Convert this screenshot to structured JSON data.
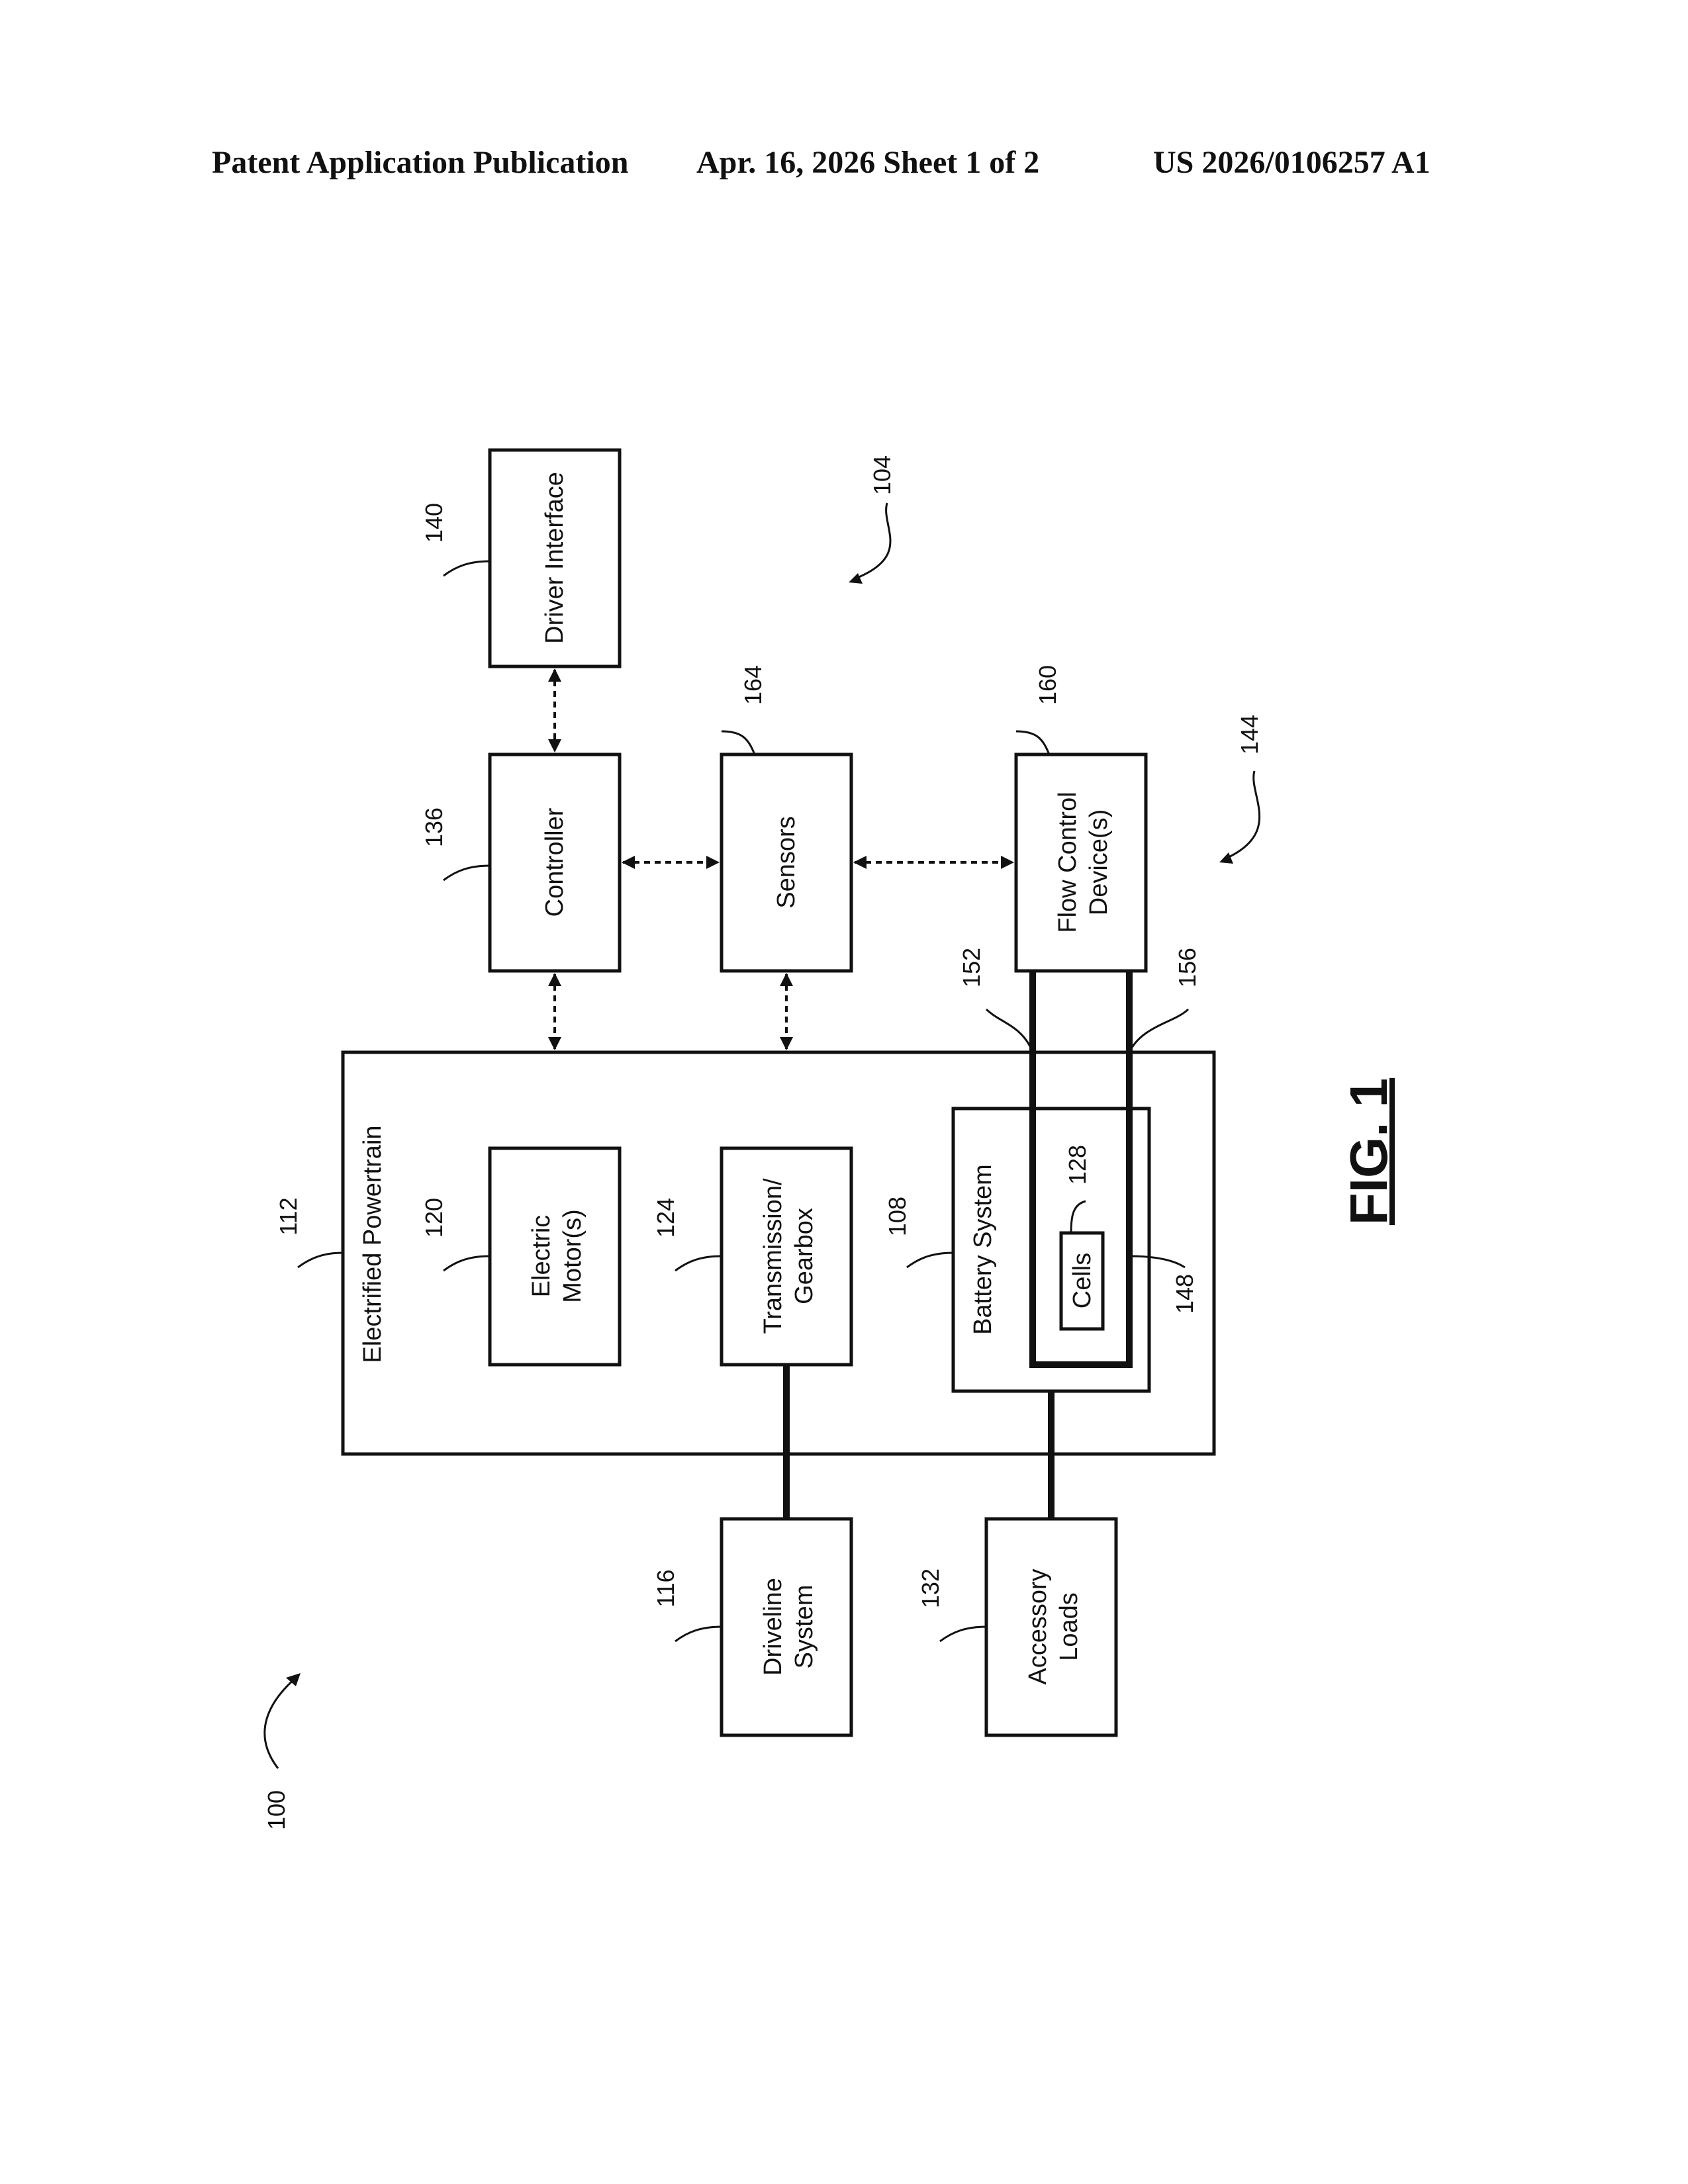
{
  "header": {
    "left": "Patent Application Publication",
    "middle": "Apr. 16, 2026  Sheet 1 of 2",
    "right": "US 2026/0106257 A1"
  },
  "figure": {
    "label": "FIG. 1"
  },
  "blocks": {
    "driver_interface": "Driver Interface",
    "controller": "Controller",
    "sensors": "Sensors",
    "flow_control_1": "Flow Control",
    "flow_control_2": "Device(s)",
    "electrified_powertrain": "Electrified Powertrain",
    "electric_motor_1": "Electric",
    "electric_motor_2": "Motor(s)",
    "transmission_1": "Transmission/",
    "transmission_2": "Gearbox",
    "battery_system": "Battery System",
    "cells": "Cells",
    "driveline_1": "Driveline",
    "driveline_2": "System",
    "accessory_1": "Accessory",
    "accessory_2": "Loads"
  },
  "refs": {
    "r100": "100",
    "r104": "104",
    "r108": "108",
    "r112": "112",
    "r116": "116",
    "r120": "120",
    "r124": "124",
    "r128": "128",
    "r132": "132",
    "r136": "136",
    "r140": "140",
    "r144": "144",
    "r148": "148",
    "r152": "152",
    "r156": "156",
    "r160": "160",
    "r164": "164"
  }
}
